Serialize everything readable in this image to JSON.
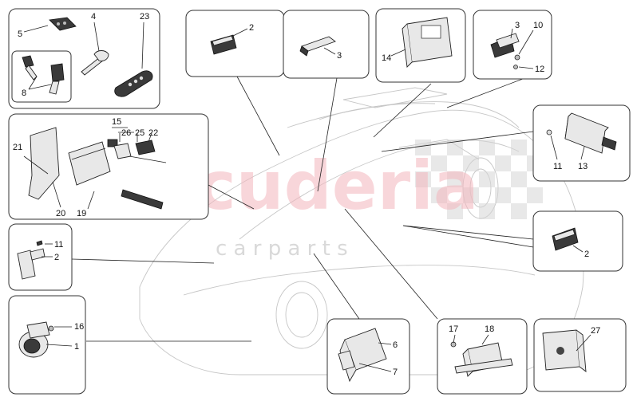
{
  "watermark": {
    "brand": "scuderia",
    "tagline": "c a r p a r t s"
  },
  "callouts": {
    "p1": "1",
    "p2a": "2",
    "p2b": "2",
    "p2c": "2",
    "p3a": "3",
    "p3b": "3",
    "p4": "4",
    "p5": "5",
    "p6": "6",
    "p7": "7",
    "p8": "8",
    "p10": "10",
    "p11a": "11",
    "p11b": "11",
    "p12": "12",
    "p13": "13",
    "p14": "14",
    "p15": "15",
    "p16": "16",
    "p17": "17",
    "p18": "18",
    "p19": "19",
    "p20": "20",
    "p21": "21",
    "p22": "22",
    "p23": "23",
    "p25": "25",
    "p26": "26",
    "p27": "27"
  }
}
